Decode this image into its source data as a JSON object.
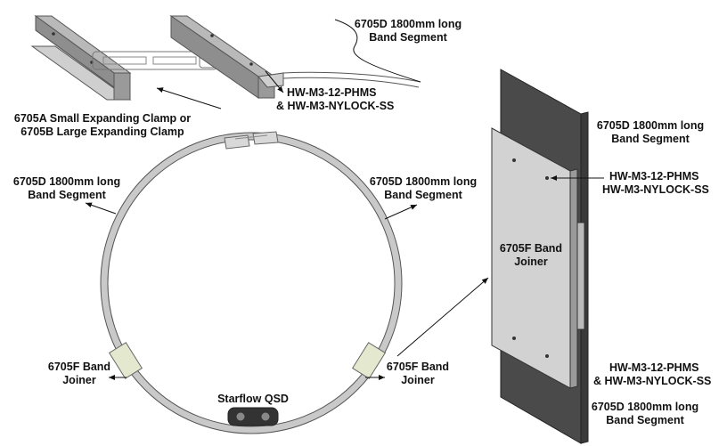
{
  "labels": {
    "top_segment": [
      "6705D 1800mm long",
      "Band Segment"
    ],
    "top_hardware": [
      "HW-M3-12-PHMS",
      "& HW-M3-NYLOCK-SS"
    ],
    "clamp": [
      "6705A Small Expanding Clamp or",
      "6705B Large Expanding Clamp"
    ],
    "left_segment": [
      "6705D 1800mm long",
      "Band Segment"
    ],
    "right_segment": [
      "6705D 1800mm long",
      "Band Segment"
    ],
    "left_joiner": [
      "6705F Band",
      "Joiner"
    ],
    "right_joiner": [
      "6705F Band",
      "Joiner"
    ],
    "qsd": "Starflow QSD",
    "detail_top_segment": [
      "6705D 1800mm long",
      "Band Segment"
    ],
    "detail_upper_hardware": [
      "HW-M3-12-PHMS",
      "HW-M3-NYLOCK-SS"
    ],
    "detail_joiner": [
      "6705F Band",
      "Joiner"
    ],
    "detail_lower_hardware": [
      "HW-M3-12-PHMS",
      "& HW-M3-NYLOCK-SS"
    ],
    "detail_bottom_segment": [
      "6705D 1800mm long",
      "Band Segment"
    ]
  },
  "colors": {
    "band_gray": "#c9c9c9",
    "band_outline": "#555555",
    "joiner_fill": "#e4e8cf",
    "plate_dark": "#4a4a4a",
    "plate_light": "#d2d2d2",
    "sensor_dark": "#333333",
    "text": "#111111"
  }
}
